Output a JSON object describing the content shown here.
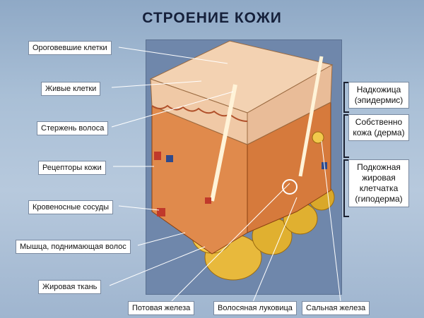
{
  "title": "СТРОЕНИЕ  КОЖИ",
  "left_labels": [
    "Ороговевшие клетки",
    "Живые клетки",
    "Стержень волоса",
    "Рецепторы кожи",
    "Кровеносные сосуды",
    "Мышца, поднимающая волос",
    "Жировая ткань"
  ],
  "bottom_labels": [
    "Потовая железа",
    "Волосяная луковица",
    "Сальная железа"
  ],
  "right_labels": [
    "Надкожица (эпидермис)",
    "Собственно кожа (дерма)",
    "Подкожная жировая клетчатка (гиподерма)"
  ],
  "colors": {
    "epidermis": "#f0c9a6",
    "dermis": "#e08a4c",
    "fat": "#f2c94c",
    "vessel_red": "#c0392b",
    "vessel_blue": "#2e4a8c"
  }
}
